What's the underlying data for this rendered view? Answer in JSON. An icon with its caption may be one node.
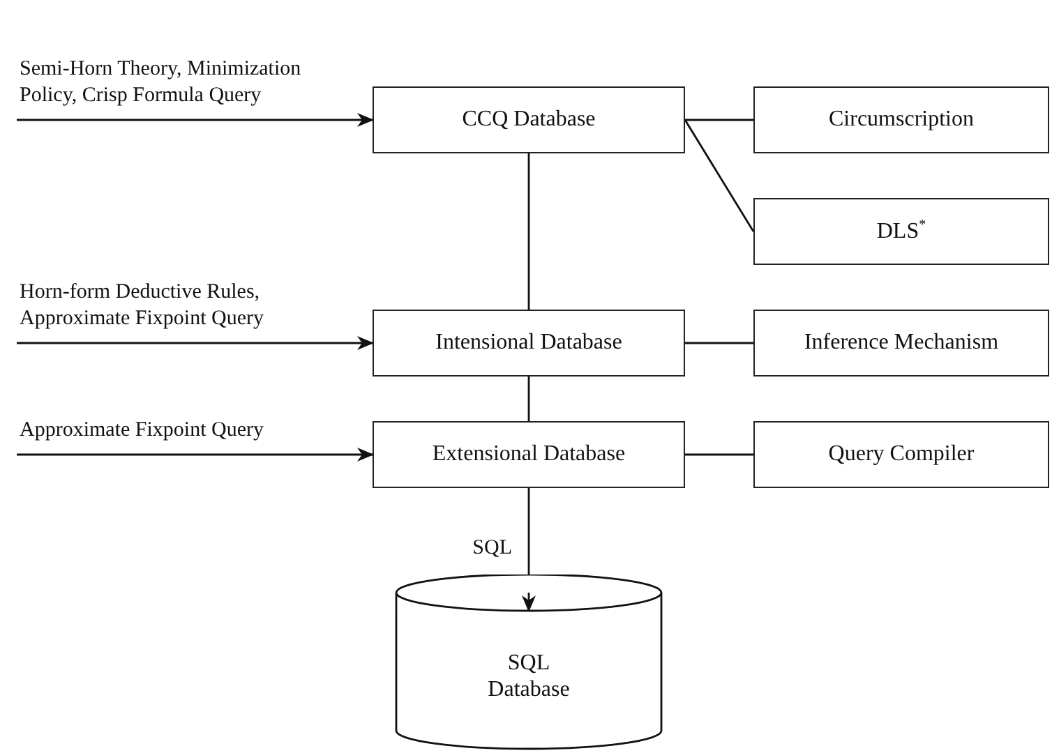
{
  "diagram": {
    "nodes": [
      {
        "text": [
          "CCQ Database"
        ]
      },
      {
        "text": [
          "Circumscription"
        ]
      },
      {
        "text": [
          "DLS$^{*}$"
        ]
      },
      {
        "text": [
          "Intensional Database"
        ]
      },
      {
        "text": [
          "Inference Mechanism"
        ]
      },
      {
        "text": [
          "Extensional Database"
        ]
      },
      {
        "text": [
          "Query Compiler"
        ]
      },
      {
        "text": [
          "SQL Database"
        ]
      }
    ],
    "edges": [
      {
        "from": null,
        "to": 0,
        "arrow": "to",
        "label": "Semi-Horn Theory, Minimization Policy, Crisp Formula Query"
      },
      {
        "from": null,
        "to": 3,
        "arrow": "to",
        "label": "Horn-form Deductive Rules, Approximate Fixpoint Query"
      },
      {
        "from": null,
        "to": 5,
        "arrow": "to",
        "label": "Approximate Fixpoint Query"
      },
      {
        "from": 0,
        "to": 1,
        "arrow": "none"
      },
      {
        "from": 0,
        "to": 2,
        "arrow": "none"
      },
      {
        "from": 0,
        "to": 3,
        "arrow": "none"
      },
      {
        "from": 3,
        "to": 4,
        "arrow": "none"
      },
      {
        "from": 3,
        "to": 5,
        "arrow": "none"
      },
      {
        "from": 5,
        "to": 6,
        "arrow": "none"
      },
      {
        "from": 5,
        "to": 7,
        "arrow": "to",
        "label": "SQL"
      }
    ]
  }
}
